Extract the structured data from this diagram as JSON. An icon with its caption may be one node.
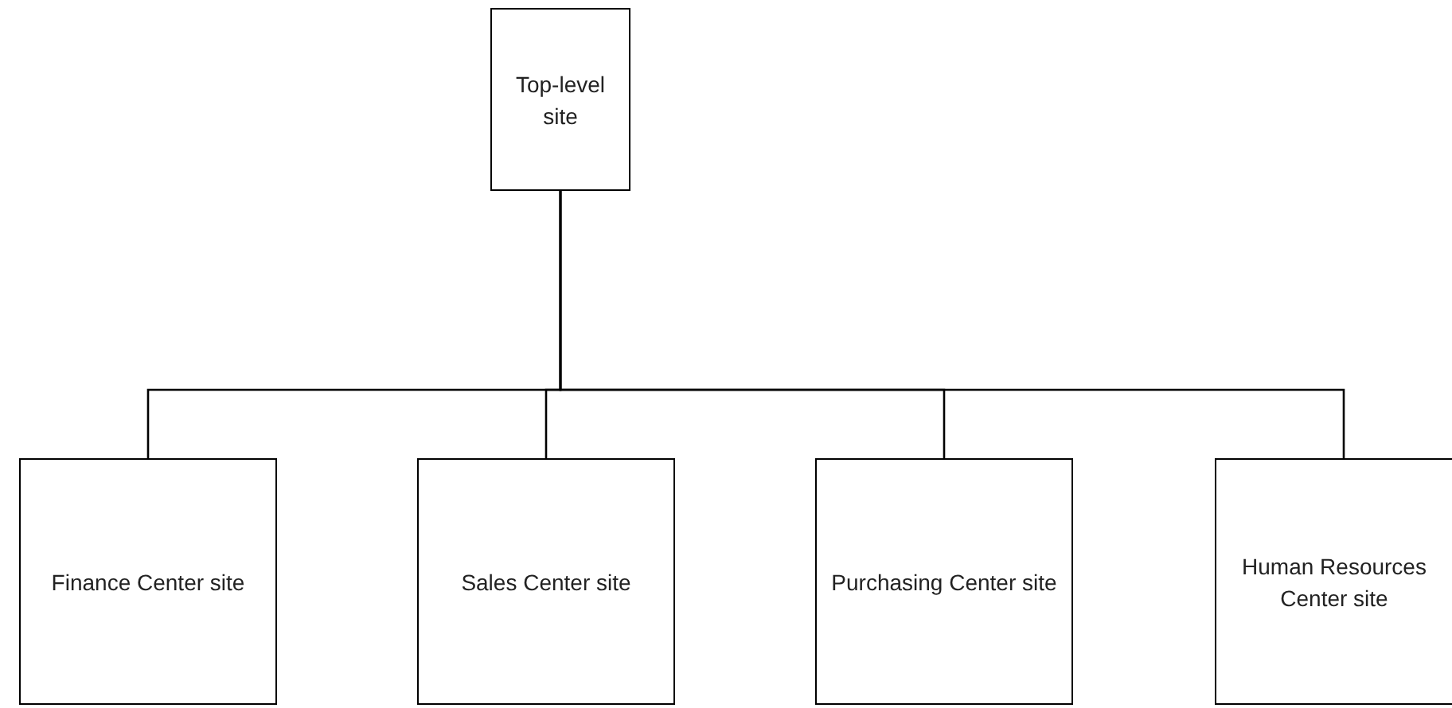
{
  "diagram": {
    "nodes": [
      {
        "text": [
          "Top-level site"
        ]
      },
      {
        "text": [
          "Finance Center site"
        ]
      },
      {
        "text": [
          "Sales Center site"
        ]
      },
      {
        "text": [
          "Purchasing Center site"
        ]
      },
      {
        "text": [
          "Human Resources Center site"
        ]
      }
    ],
    "edges": [
      {
        "from": 0,
        "to": 1,
        "arrow": "none"
      },
      {
        "from": 0,
        "to": 2,
        "arrow": "none"
      },
      {
        "from": 0,
        "to": 3,
        "arrow": "none"
      },
      {
        "from": 0,
        "to": 4,
        "arrow": "none"
      }
    ]
  }
}
